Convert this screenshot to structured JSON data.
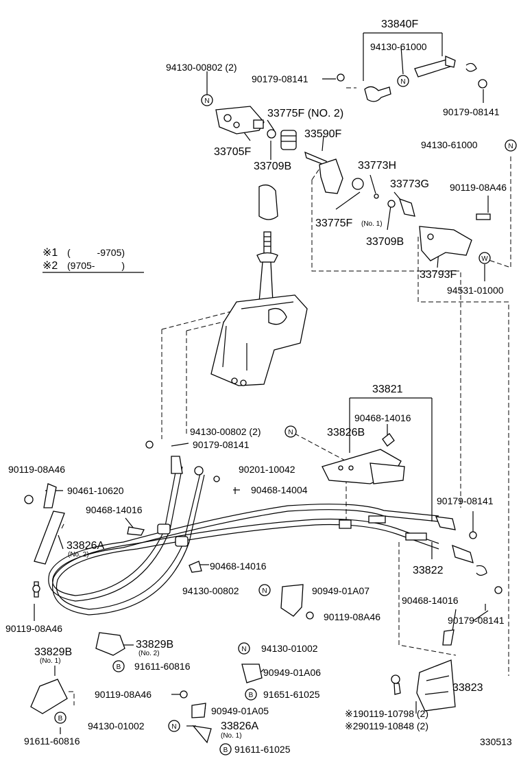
{
  "diagram": {
    "labels": [
      {
        "id": "l01",
        "text": "33840F"
      },
      {
        "id": "l02",
        "text": "94130-61000"
      },
      {
        "id": "l03",
        "text": "94130-00802 (2)"
      },
      {
        "id": "l04",
        "text": "90179-08141"
      },
      {
        "id": "l05",
        "text": "90179-08141"
      },
      {
        "id": "l06",
        "text": "33775F (NO. 2)"
      },
      {
        "id": "l07",
        "text": "33590F"
      },
      {
        "id": "l08",
        "text": "33705F"
      },
      {
        "id": "l09",
        "text": "33709B"
      },
      {
        "id": "l10",
        "text": "94130-61000"
      },
      {
        "id": "l11",
        "text": "33773H"
      },
      {
        "id": "l12",
        "text": "33773G"
      },
      {
        "id": "l13",
        "text": "90119-08A46"
      },
      {
        "id": "l14",
        "text": "33775F"
      },
      {
        "id": "l15",
        "text": "(No. 1)"
      },
      {
        "id": "l16",
        "text": "33709B"
      },
      {
        "id": "l17",
        "text": "33793F"
      },
      {
        "id": "l18",
        "text": "94531-01000"
      },
      {
        "id": "l19",
        "text": "33821"
      },
      {
        "id": "l20",
        "text": "90468-14016"
      },
      {
        "id": "l21",
        "text": "94130-00802 (2)"
      },
      {
        "id": "l22",
        "text": "33826B"
      },
      {
        "id": "l23",
        "text": "90179-08141"
      },
      {
        "id": "l24",
        "text": "90119-08A46"
      },
      {
        "id": "l25",
        "text": "90461-10620"
      },
      {
        "id": "l26",
        "text": "90201-10042"
      },
      {
        "id": "l27",
        "text": "90468-14004"
      },
      {
        "id": "l28",
        "text": "90468-14016"
      },
      {
        "id": "l29",
        "text": "33826A"
      },
      {
        "id": "l30",
        "text": "(No. 2)"
      },
      {
        "id": "l31",
        "text": "90179-08141"
      },
      {
        "id": "l32",
        "text": "90468-14016"
      },
      {
        "id": "l33",
        "text": "33822"
      },
      {
        "id": "l34",
        "text": "94130-00802"
      },
      {
        "id": "l35",
        "text": "90949-01A07"
      },
      {
        "id": "l36",
        "text": "90468-14016"
      },
      {
        "id": "l37",
        "text": "90119-08A46"
      },
      {
        "id": "l38",
        "text": "90179-08141"
      },
      {
        "id": "l39",
        "text": "90119-08A46"
      },
      {
        "id": "l40",
        "text": "33829B"
      },
      {
        "id": "l41",
        "text": "(No. 1)"
      },
      {
        "id": "l42",
        "text": "33829B"
      },
      {
        "id": "l43",
        "text": "(No. 2)"
      },
      {
        "id": "l44",
        "text": "91611-60816"
      },
      {
        "id": "l45",
        "text": "94130-01002"
      },
      {
        "id": "l46",
        "text": "90949-01A06"
      },
      {
        "id": "l47",
        "text": "91651-61025"
      },
      {
        "id": "l48",
        "text": "90119-08A46"
      },
      {
        "id": "l49",
        "text": "90949-01A05"
      },
      {
        "id": "l50",
        "text": "33823"
      },
      {
        "id": "l51",
        "text": "94130-01002"
      },
      {
        "id": "l52",
        "text": "33826A"
      },
      {
        "id": "l53",
        "text": "(No. 1)"
      },
      {
        "id": "l54",
        "text": "91611-60816"
      },
      {
        "id": "l55",
        "text": "91611-61025"
      },
      {
        "id": "l56",
        "text": "※190119-10798 (2)"
      },
      {
        "id": "l57",
        "text": "※290119-10848 (2)"
      },
      {
        "id": "l58",
        "text": "330513"
      }
    ],
    "legend": {
      "row1_mark": "※1",
      "row1_range": "(          -9705)",
      "row2_mark": "※2",
      "row2_range": "(9705-          )"
    },
    "symbols": [
      {
        "id": "s01",
        "glyph": "N"
      },
      {
        "id": "s02",
        "glyph": "N"
      },
      {
        "id": "s03",
        "glyph": "N"
      },
      {
        "id": "s04",
        "glyph": "W"
      },
      {
        "id": "s05",
        "glyph": "N"
      },
      {
        "id": "s06",
        "glyph": "N"
      },
      {
        "id": "s07",
        "glyph": "B"
      },
      {
        "id": "s08",
        "glyph": "N"
      },
      {
        "id": "s09",
        "glyph": "B"
      },
      {
        "id": "s10",
        "glyph": "B"
      },
      {
        "id": "s11",
        "glyph": "N"
      },
      {
        "id": "s12",
        "glyph": "B"
      }
    ]
  }
}
